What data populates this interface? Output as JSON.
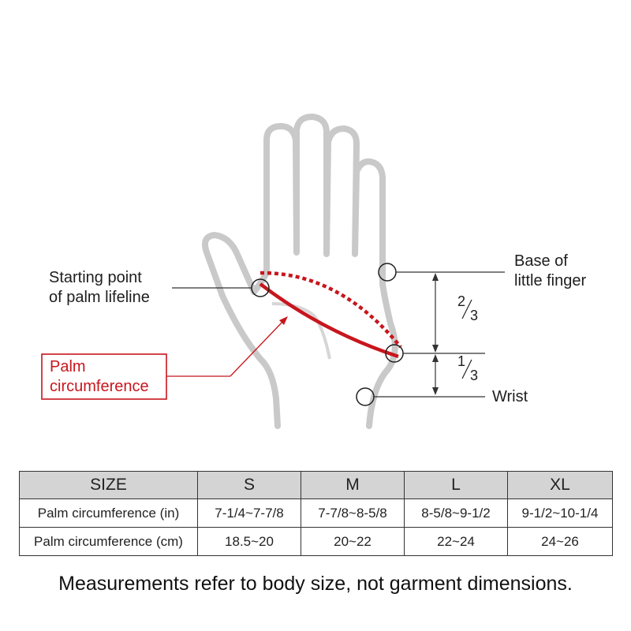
{
  "labels": {
    "starting_point": [
      "Starting point",
      "of palm lifeline"
    ],
    "palm_circumference": [
      "Palm",
      "circumference"
    ],
    "base_little_finger": [
      "Base of",
      "little finger"
    ],
    "wrist": "Wrist",
    "two_thirds": {
      "num": "2",
      "den": "3"
    },
    "one_third": {
      "num": "1",
      "den": "3"
    }
  },
  "colors": {
    "hand": "#c9c9c9",
    "accent": "#c8161d",
    "line": "#333333"
  },
  "table": {
    "headers": [
      "SIZE",
      "S",
      "M",
      "L",
      "XL"
    ],
    "rows": [
      [
        "Palm circumference (in)",
        "7-1/4~7-7/8",
        "7-7/8~8-5/8",
        "8-5/8~9-1/2",
        "9-1/2~10-1/4"
      ],
      [
        "Palm circumference (cm)",
        "18.5~20",
        "20~22",
        "22~24",
        "24~26"
      ]
    ]
  },
  "note": "Measurements refer to body size, not garment dimensions."
}
